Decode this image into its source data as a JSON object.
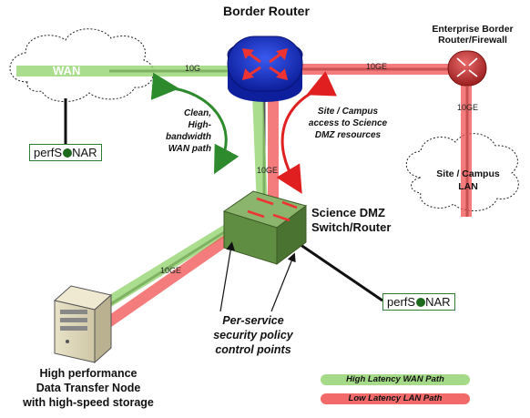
{
  "nodes": {
    "border_router": "Border Router",
    "enterprise_router": "Enterprise Border\nRouter/Firewall",
    "wan_cloud": "WAN",
    "campus_lan": "Site / Campus\nLAN",
    "science_dmz": "Science DMZ\nSwitch/Router",
    "dtn": "High performance\nData Transfer Node\nwith high-speed storage"
  },
  "perfsonar": {
    "left": "perfS",
    "right": "NAR"
  },
  "links": {
    "wan_to_border": "10G",
    "border_to_enterprise": "10GE",
    "enterprise_to_lan": "10GE",
    "border_to_dmz": "10GE",
    "dmz_to_dtn": "10GE"
  },
  "annotations": {
    "wan_path": "Clean,\nHigh-bandwidth\nWAN path",
    "campus_access": "Site / Campus\naccess to Science\nDMZ resources",
    "security_points": "Per-service\nsecurity policy\ncontrol points"
  },
  "legend": {
    "wan": "High Latency WAN Path",
    "lan": "Low Latency LAN Path"
  },
  "colors": {
    "wan_path": "#8fd16a",
    "lan_path": "#f05050",
    "router_blue": "#1b35c9",
    "router_red": "#cc2b2b",
    "switch_green": "#6c9a4c"
  }
}
